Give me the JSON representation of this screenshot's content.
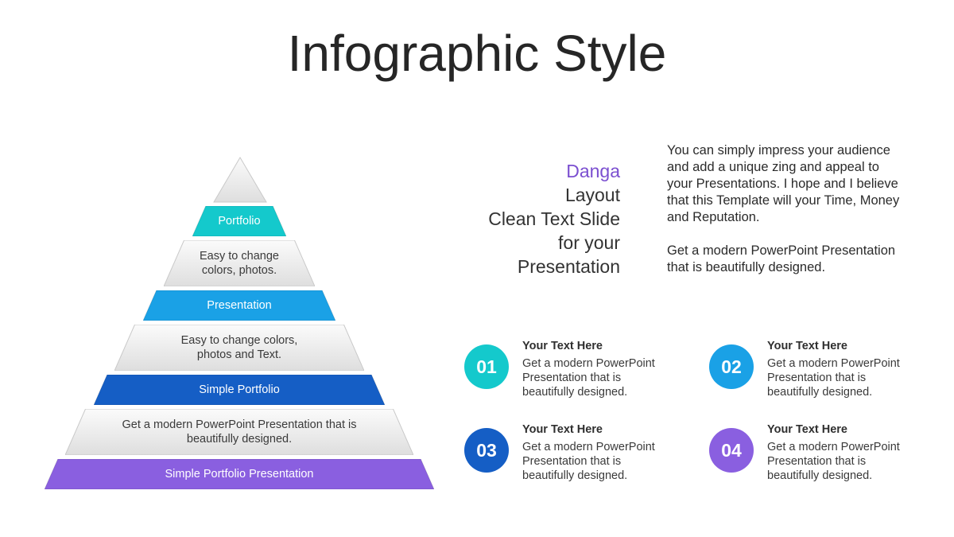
{
  "title": "Infographic Style",
  "pyramid": {
    "layers": [
      {
        "label": "",
        "style": "gray"
      },
      {
        "label": "Portfolio",
        "style": "color",
        "color": "#14c9cc"
      },
      {
        "label": "Easy to change colors, photos.",
        "style": "gray"
      },
      {
        "label": "Presentation",
        "style": "color",
        "color": "#1aa1e6"
      },
      {
        "label": "Easy to change colors, photos and Text.",
        "style": "gray"
      },
      {
        "label": "Simple Portfolio",
        "style": "color",
        "color": "#155ec5"
      },
      {
        "label": "Get a modern PowerPoint  Presentation that is beautifully designed.",
        "style": "gray"
      },
      {
        "label": "Simple Portfolio Presentation",
        "style": "color",
        "color": "#8a5fe0"
      }
    ]
  },
  "heading": {
    "accent": "Danga",
    "line2": "Layout",
    "line3": "Clean Text Slide",
    "line4": "for your",
    "line5": "Presentation",
    "accent_color": "#7b4fd0"
  },
  "description": {
    "p1": "You can simply impress your audience and add a unique zing and appeal to your Presentations. I hope and I believe that this Template will your Time, Money and Reputation.",
    "p2": "Get a modern PowerPoint Presentation that is beautifully designed."
  },
  "items": [
    {
      "number": "01",
      "title": "Your Text Here",
      "text": "Get a modern PowerPoint Presentation that is beautifully designed.",
      "color": "#14c9cc"
    },
    {
      "number": "02",
      "title": "Your Text Here",
      "text": "Get a modern PowerPoint Presentation that is beautifully designed.",
      "color": "#1aa1e6"
    },
    {
      "number": "03",
      "title": "Your Text Here",
      "text": "Get a modern PowerPoint Presentation that is beautifully designed.",
      "color": "#155ec5"
    },
    {
      "number": "04",
      "title": "Your Text Here",
      "text": "Get a modern PowerPoint Presentation that is beautifully designed.",
      "color": "#8a5fe0"
    }
  ]
}
